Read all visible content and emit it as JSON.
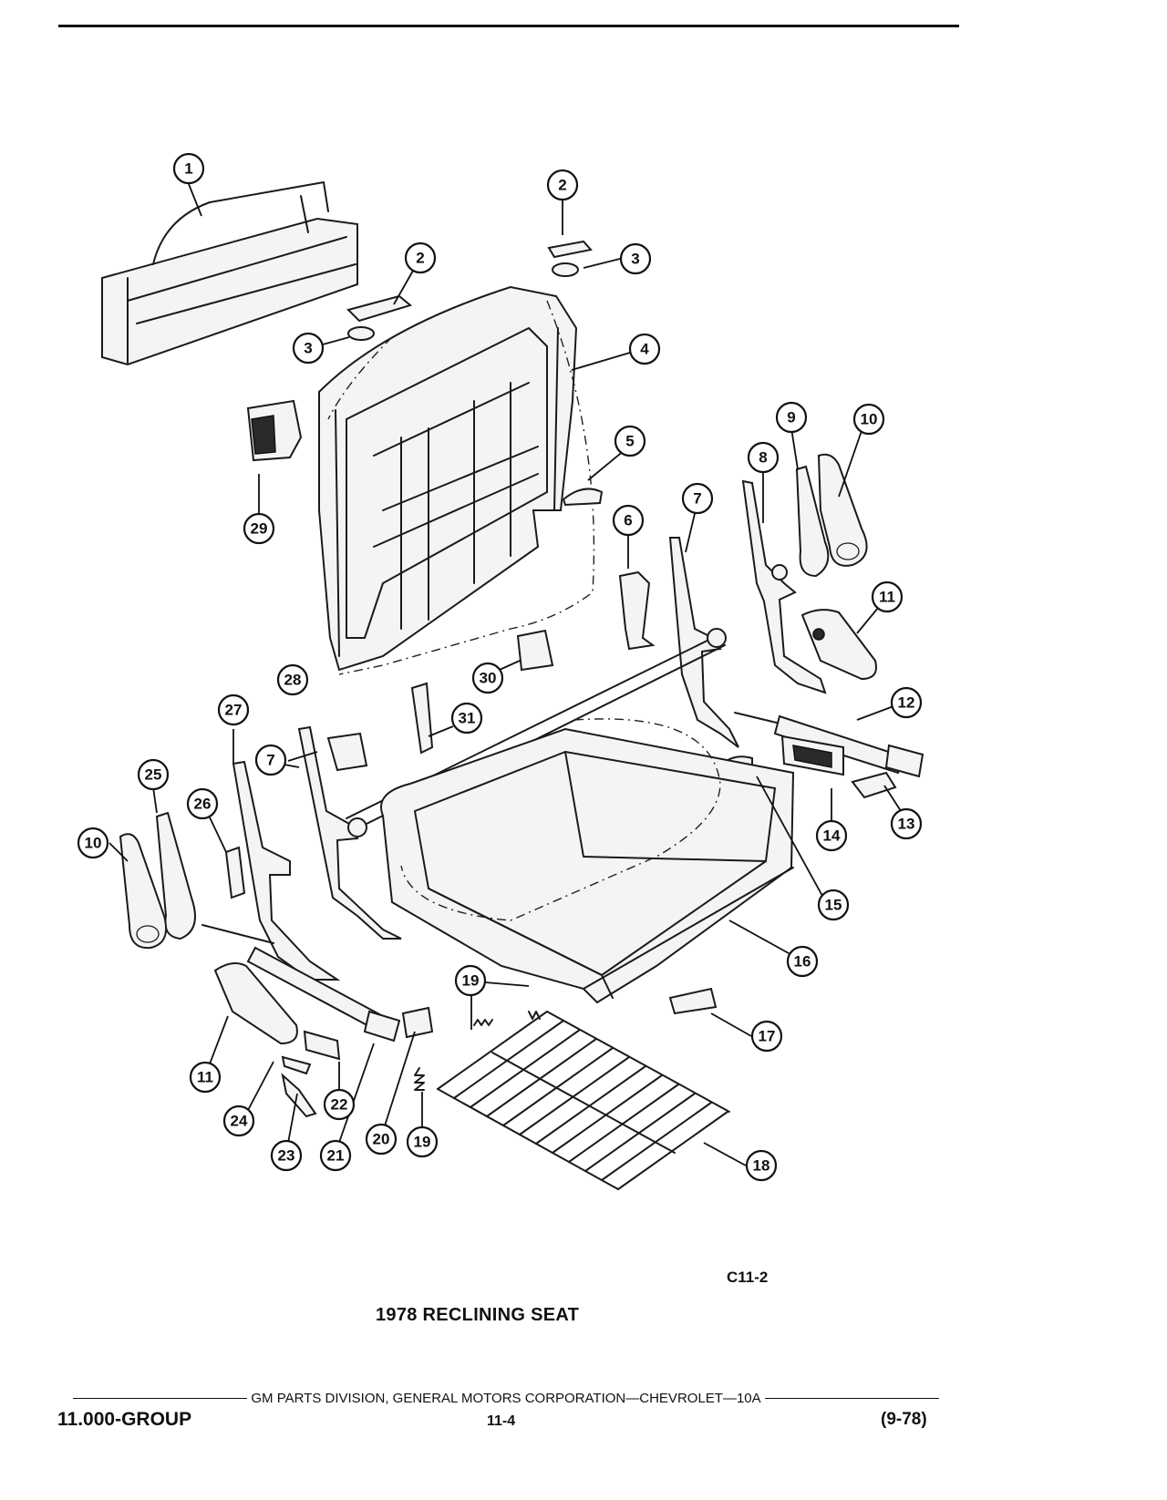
{
  "diagram": {
    "callouts": [
      "1",
      "2",
      "3",
      "4",
      "5",
      "6",
      "7",
      "8",
      "9",
      "10",
      "11",
      "12",
      "13",
      "14",
      "15",
      "16",
      "17",
      "18",
      "19",
      "20",
      "21",
      "22",
      "23",
      "24",
      "25",
      "26",
      "27",
      "28",
      "29",
      "30",
      "31"
    ]
  },
  "footer": {
    "code": "C11-2",
    "title": "1978 RECLINING SEAT",
    "publisher": "GM PARTS DIVISION, GENERAL MOTORS CORPORATION—CHEVROLET—10A",
    "group": "11.000-GROUP",
    "page": "11-4",
    "date": "(9-78)"
  }
}
